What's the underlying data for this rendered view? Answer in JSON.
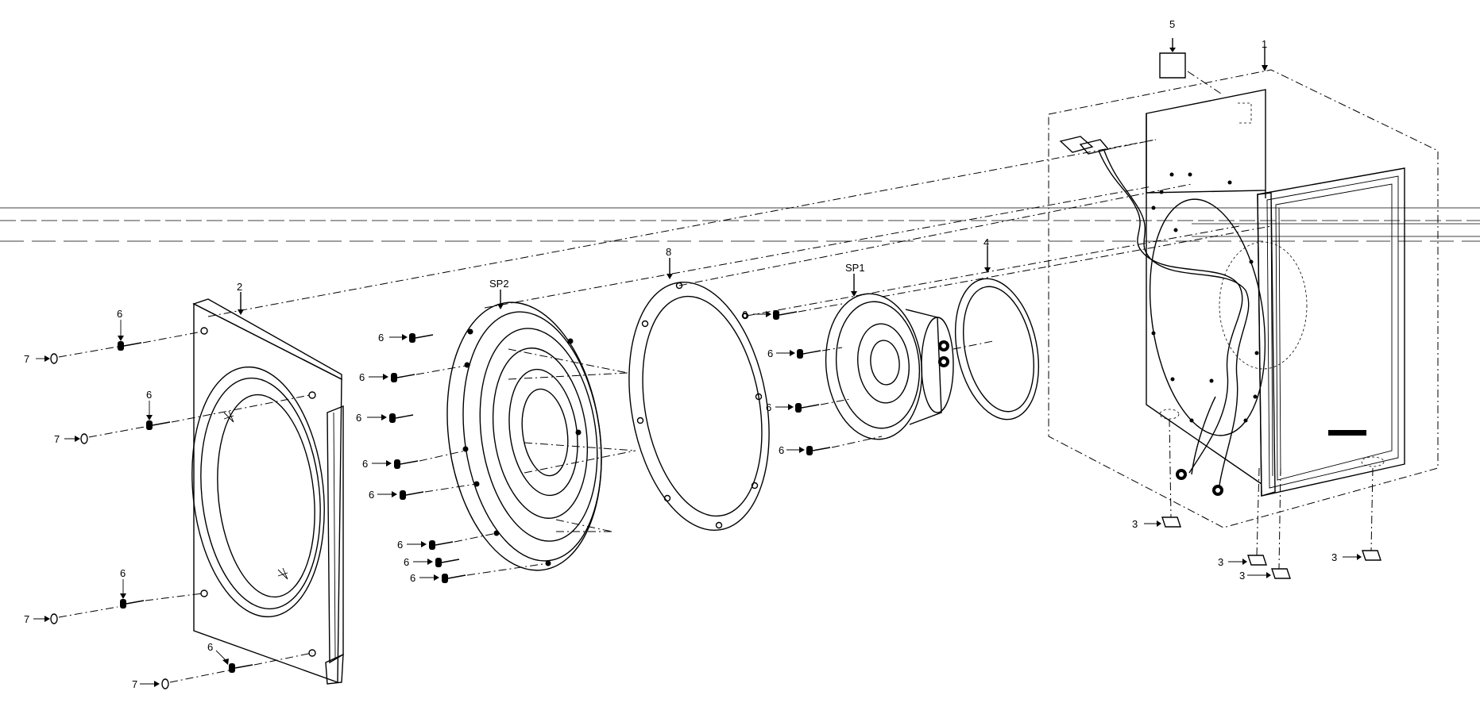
{
  "callouts": {
    "cabinet": "1",
    "front_baffle": "2",
    "foot": "3",
    "gasket": "4",
    "label_plate": "5",
    "screw": "6",
    "cap": "7",
    "gasket_large": "8",
    "speaker_sp1": "SP1",
    "speaker_sp2": "SP2"
  }
}
